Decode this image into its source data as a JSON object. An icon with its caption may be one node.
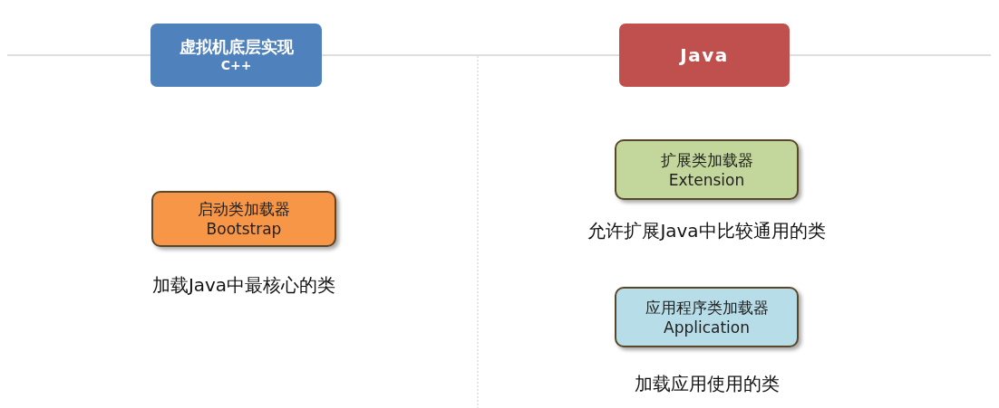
{
  "diagram": {
    "nodes": [
      {
        "text": [
          "虚拟机底层实现",
          "C++"
        ]
      },
      {
        "text": [
          "Java"
        ]
      },
      {
        "text": [
          "启动类加载器",
          "Bootstrap"
        ],
        "beside": [
          "加载Java中最核心的类"
        ]
      },
      {
        "text": [
          "扩展类加载器",
          "Extension"
        ],
        "beside": [
          "允许扩展Java中比较通用的类"
        ]
      },
      {
        "text": [
          "应用程序类加载器",
          "Application"
        ],
        "beside": [
          "加载应用使用的类"
        ]
      }
    ]
  }
}
